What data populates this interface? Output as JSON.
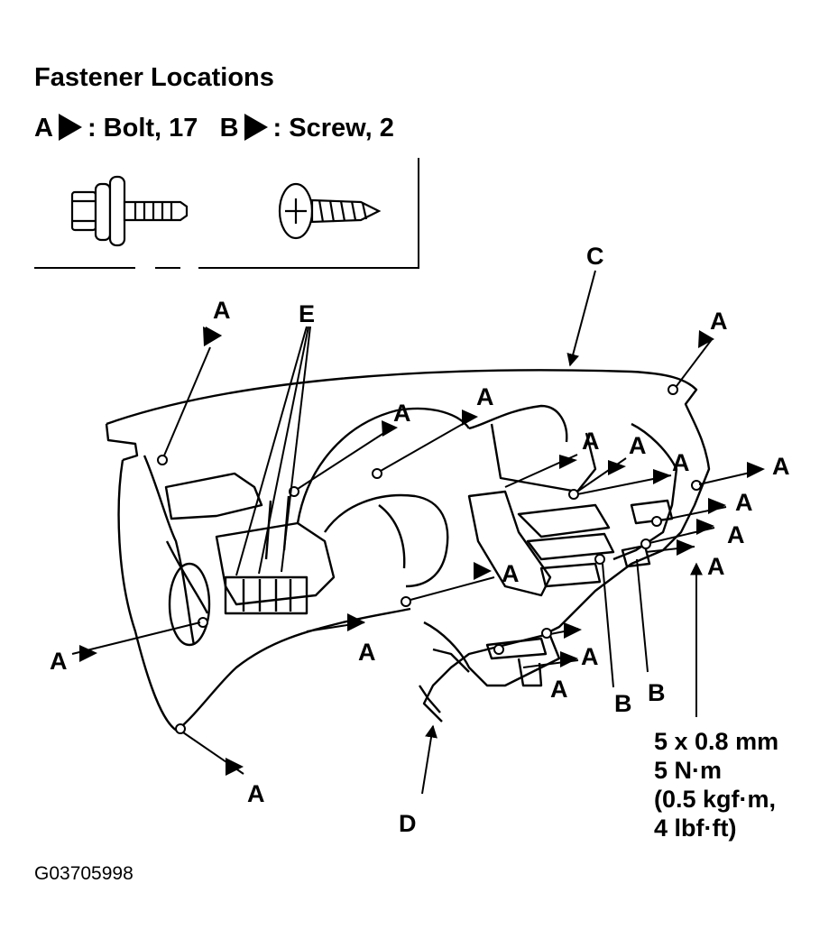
{
  "title": "Fastener Locations",
  "legend": {
    "a_letter": "A",
    "a_text": ": Bolt, 17",
    "b_letter": "B",
    "b_text": ": Screw, 2"
  },
  "callouts": {
    "a": "A",
    "b": "B",
    "c": "C",
    "d": "D",
    "e": "E"
  },
  "torque_spec": {
    "size": "5 x 0.8 mm",
    "torque": "5 N·m",
    "kgf": "(0.5 kgf·m,",
    "lbf": "4 lbf·ft)"
  },
  "figure_code": "G03705998"
}
